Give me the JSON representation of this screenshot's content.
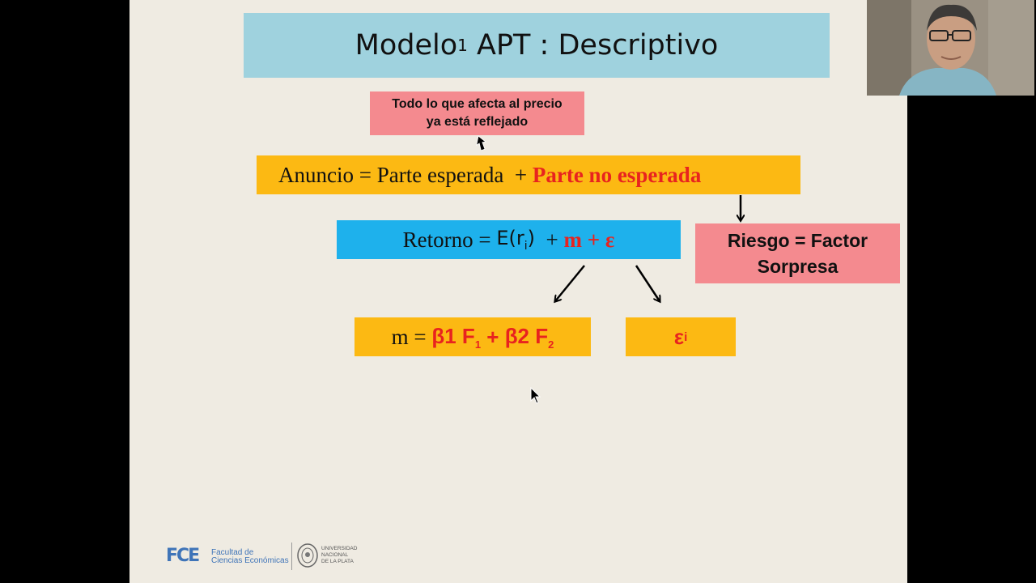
{
  "slide": {
    "title_main": "Modelo",
    "title_sub": "1",
    "title_rest": " APT : Descriptivo",
    "note_line1": "Todo lo que afecta al precio",
    "note_line2": "ya está reflejado",
    "anuncio_plain": "Anuncio = Parte esperada  + ",
    "anuncio_red": "Parte no esperada",
    "retorno_plain": "Retorno = ",
    "retorno_e": "E(r",
    "retorno_e_sub": "i",
    "retorno_e_close": ")",
    "retorno_plus": "  + ",
    "retorno_red": "m + ε",
    "riesgo_line1": "Riesgo = Factor",
    "riesgo_line2": "Sorpresa",
    "m_plain": "m = ",
    "m_b1": "β1 F",
    "m_b1_sub": "1",
    "m_plus": " + ",
    "m_b2": "β2 F",
    "m_b2_sub": "2",
    "eps": "ε",
    "eps_sub": "i"
  },
  "logo": {
    "fce": "FCE",
    "facultad_line1": "Facultad de",
    "facultad_line2": "Ciencias Económicas",
    "unlp_line1": "UNIVERSIDAD",
    "unlp_line2": "NACIONAL",
    "unlp_line3": "DE LA PLATA"
  },
  "icons": [
    "cursor-icon",
    "arrow-icon",
    "seal-icon",
    "webcam-feed"
  ],
  "colors": {
    "title_bg": "#9fd2de",
    "note_bg": "#f48a8f",
    "yellow_bg": "#fcb913",
    "blue_bg": "#1eb1ec",
    "red_text": "#e8231f",
    "slide_bg": "#efebe2"
  }
}
